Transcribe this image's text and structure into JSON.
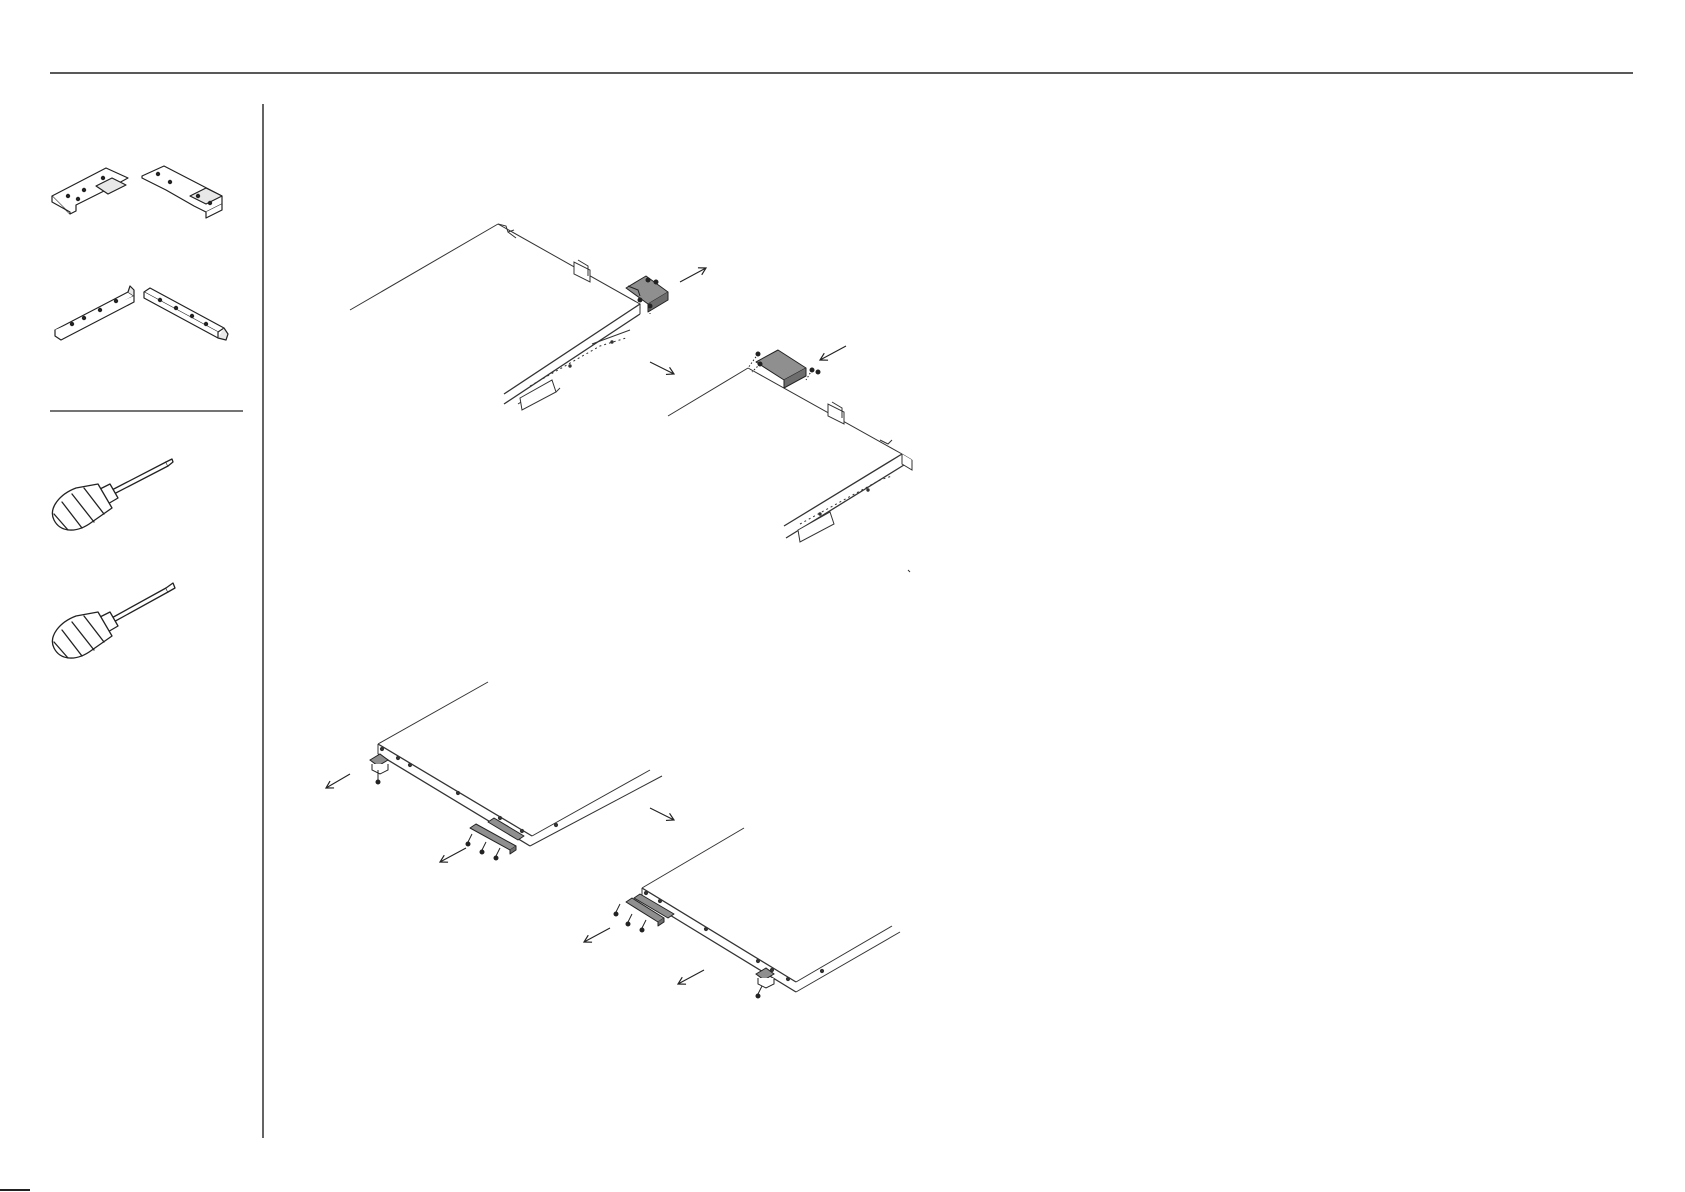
{
  "document": {
    "title": "",
    "text_visible": false
  },
  "sidebar": {
    "panels": [
      {
        "section": "parts",
        "items": [
          "corner-bracket-left-icon",
          "corner-bracket-right-icon"
        ]
      },
      {
        "section": "parts",
        "items": [
          "mounting-strip-left-icon",
          "mounting-strip-right-icon"
        ]
      },
      {
        "section": "tools",
        "items": [
          "phillips-screwdriver-icon"
        ]
      },
      {
        "section": "tools",
        "items": [
          "flathead-screwdriver-icon"
        ]
      }
    ]
  },
  "steps": [
    {
      "name": "remove-top-brackets",
      "panels": [
        "panel-left-with-bracket",
        "panel-right-with-bracket"
      ],
      "arrows": 3
    },
    {
      "name": "remove-side-strips",
      "panels": [
        "panel-bottom-left",
        "panel-bottom-right"
      ],
      "arrows": 5
    }
  ],
  "colors": {
    "ink": "#222222",
    "line": "#333333",
    "part_fill": "#8f8f8f",
    "panel_face": "#ffffff",
    "panel_edge": "#f2f2f2"
  }
}
